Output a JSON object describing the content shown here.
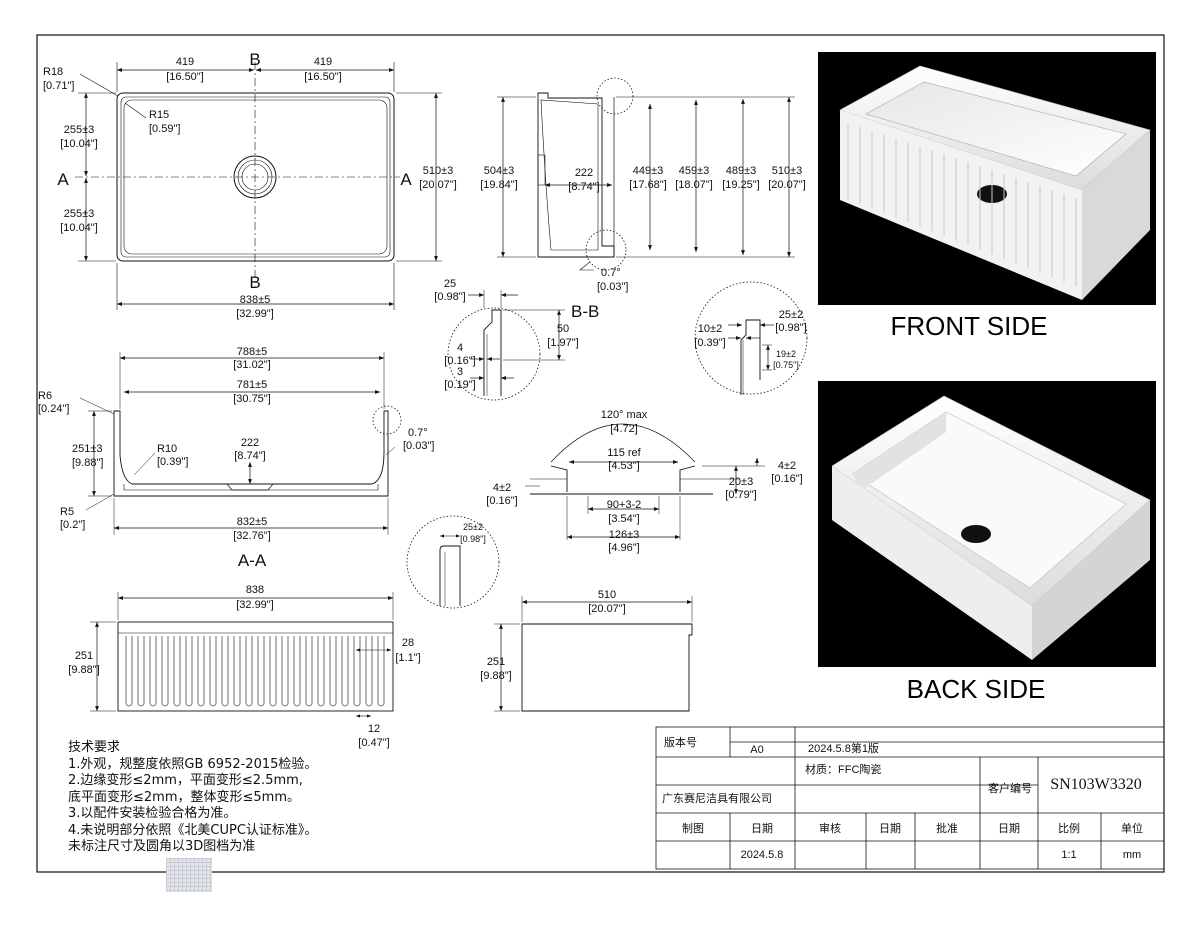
{
  "views": {
    "top": {
      "dims": {
        "half_left": "419",
        "half_left_in": "[16.50\"]",
        "half_right": "419",
        "half_right_in": "[16.50\"]",
        "r18": "R18",
        "r18_in": "[0.71\"]",
        "r15": "R15",
        "r15_in": "[0.59\"]",
        "h_top": "255±3",
        "h_top_in": "[10.04\"]",
        "h_bot": "255±3",
        "h_bot_in": "[10.04\"]",
        "total_h": "510±3",
        "total_h_in": "[20.07\"]",
        "total_w": "838±5",
        "total_w_in": "[32.99\"]"
      },
      "section_letters": {
        "a_left": "A",
        "a_right": "A",
        "b_top": "B",
        "b_bottom": "B"
      }
    },
    "side": {
      "dims": {
        "d504": "504±3",
        "d504_in": "[19.84\"]",
        "d222": "222",
        "d222_in": "[8.74\"]",
        "d449": "449±3",
        "d449_in": "[17.68\"]",
        "d459": "459±3",
        "d459_in": "[18.07\"]",
        "d489": "489±3",
        "d489_in": "[19.25\"]",
        "d510": "510±3",
        "d510_in": "[20.07\"]",
        "angle": "0.7°",
        "angle_in": "[0.03\"]"
      }
    },
    "section_aa": {
      "label": "A-A",
      "dims": {
        "d788": "788±5",
        "d788_in": "[31.02\"]",
        "d781": "781±5",
        "d781_in": "[30.75\"]",
        "r6": "R6",
        "r6_in": "[0.24\"]",
        "d251": "251±3",
        "d251_in": "[9.88\"]",
        "r10": "R10",
        "r10_in": "[0.39\"]",
        "d222": "222",
        "d222_in": "[8.74\"]",
        "angle": "0.7°",
        "angle_in": "[0.03\"]",
        "r5": "R5",
        "r5_in": "[0.2\"]",
        "d832": "832±5",
        "d832_in": "[32.76\"]"
      }
    },
    "section_bb": {
      "label": "B-B",
      "dims": {
        "d25": "25",
        "d25_in": "[0.98\"]",
        "d50": "50",
        "d50_in": "[1.97\"]",
        "d4": "4",
        "d4_in": "[0.16\"]",
        "d3": "3",
        "d3_in": "[0.19\"]"
      }
    },
    "detail_rim": {
      "dims": {
        "d25": "25±2",
        "d25_in": "[0.98\"]",
        "d10": "10±2",
        "d10_in": "[0.39\"]",
        "d19": "19±2",
        "d19_in": "[0.75\"]"
      }
    },
    "drain": {
      "dims": {
        "angle": "120° max",
        "angle_in": "[4.72]",
        "ref": "115 ref",
        "ref_in": "[4.53\"]",
        "d4l": "4±2",
        "d4l_in": "[0.16\"]",
        "d4r": "4±2",
        "d4r_in": "[0.16\"]",
        "d20": "20±3",
        "d20_in": "[0.79\"]",
        "d90": "90+3-2",
        "d90_in": "[3.54\"]",
        "d126": "126±3",
        "d126_in": "[4.96\"]"
      }
    },
    "detail_apron": {
      "dims": {
        "d25": "25±2",
        "d25_in": "[0.98\"]"
      }
    },
    "front": {
      "dims": {
        "d838": "838",
        "d838_in": "[32.99\"]",
        "d251": "251",
        "d251_in": "[9.88\"]",
        "d28": "28",
        "d28_in": "[1.1\"]",
        "d12": "12",
        "d12_in": "[0.47\"]"
      }
    },
    "end": {
      "dims": {
        "d510": "510",
        "d510_in": "[20.07\"]",
        "d251": "251",
        "d251_in": "[9.88\"]"
      }
    }
  },
  "renders": {
    "front_caption": "FRONT SIDE",
    "back_caption": "BACK  SIDE"
  },
  "notes": {
    "title": "技术要求",
    "lines": [
      "1.外观，规整度依照GB 6952-2015检验。",
      "2.边缘变形≤2mm，平面变形≤2.5mm,",
      "底平面变形≤2mm，整体变形≤5mm。",
      "3.以配件安装检验合格为准。",
      "4.未说明部分依照《北美CUPC认证标准》。",
      "未标注尺寸及圆角以3D图档为准"
    ]
  },
  "title_block": {
    "version_label": "版本号",
    "version": "A0",
    "edition": "2024.5.8第1版",
    "material": "材质：FFC陶瓷",
    "customer_code_label": "客户编号",
    "model": "SN103W3320",
    "company": "广东赛尼洁具有限公司",
    "headers": [
      "制图",
      "日期",
      "审核",
      "日期",
      "批准",
      "日期",
      "比例",
      "单位"
    ],
    "values": [
      "",
      "2024.5.8",
      "",
      "",
      "",
      "",
      "1:1",
      "mm"
    ]
  }
}
